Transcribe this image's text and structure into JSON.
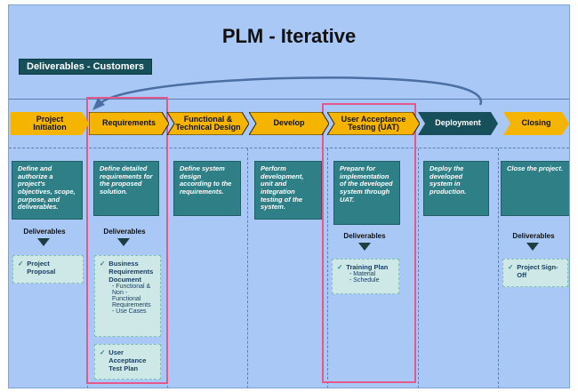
{
  "title": "PLM - Iterative",
  "banner": "Deliverables - Customers",
  "phases": [
    {
      "label": "Project\nInitiation",
      "style": "yellow"
    },
    {
      "label": "Requirements",
      "style": "yellow"
    },
    {
      "label": "Functional &\nTechnical Design",
      "style": "yellow"
    },
    {
      "label": "Develop",
      "style": "yellow"
    },
    {
      "label": "User Acceptance\nTesting (UAT)",
      "style": "yellow"
    },
    {
      "label": "Deployment",
      "style": "dark"
    },
    {
      "label": "Closing",
      "style": "yellow"
    }
  ],
  "descriptions": [
    "Define and authorize a project's objectives, scope, purpose, and deliverables.",
    "Define detailed requirements for the proposed solution.",
    "Define system design according to the requirements.",
    "Perform development, unit and integration testing of the system.",
    "Prepare for implementation of the developed system through UAT.",
    "Deploy the developed system in production.",
    "Close the project."
  ],
  "deliverables_label": "Deliverables",
  "deliverables": {
    "initiation": {
      "item": "Project\nProposal"
    },
    "requirements": [
      {
        "item": "Business\nRequirements\nDocument",
        "subs": [
          "- Functional &\nNon -\nFunctional\nRequirements",
          "- Use Cases"
        ]
      },
      {
        "item": "User\nAcceptance\nTest Plan",
        "subs": []
      }
    ],
    "uat": {
      "item": "Training Plan",
      "subs": [
        "- Material",
        "- Schedule"
      ]
    },
    "closing": {
      "item": "Project Sign-\nOff"
    }
  },
  "colors": {
    "background": "#a9c8f5",
    "phase_yellow": "#f5b400",
    "phase_dark": "#17505a",
    "desc_box": "#2f7f86",
    "card": "#cde8e6",
    "highlight": "#e6578b",
    "loop_arrow": "#4a6fa5"
  }
}
